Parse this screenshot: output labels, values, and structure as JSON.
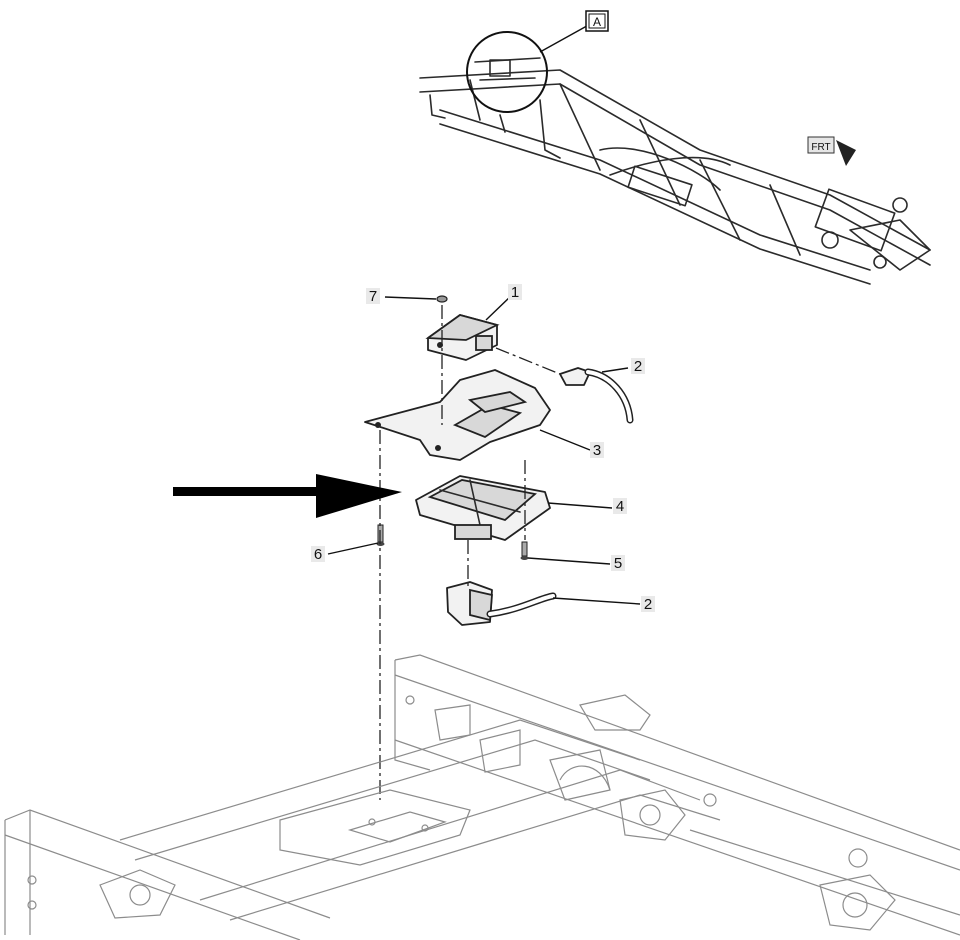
{
  "callouts": {
    "view_label": "A",
    "front_arrow": "FRT",
    "c1": "1",
    "c2_top": "2",
    "c3": "3",
    "c4": "4",
    "c5": "5",
    "c2_bottom": "2",
    "c6": "6",
    "c7": "7"
  }
}
